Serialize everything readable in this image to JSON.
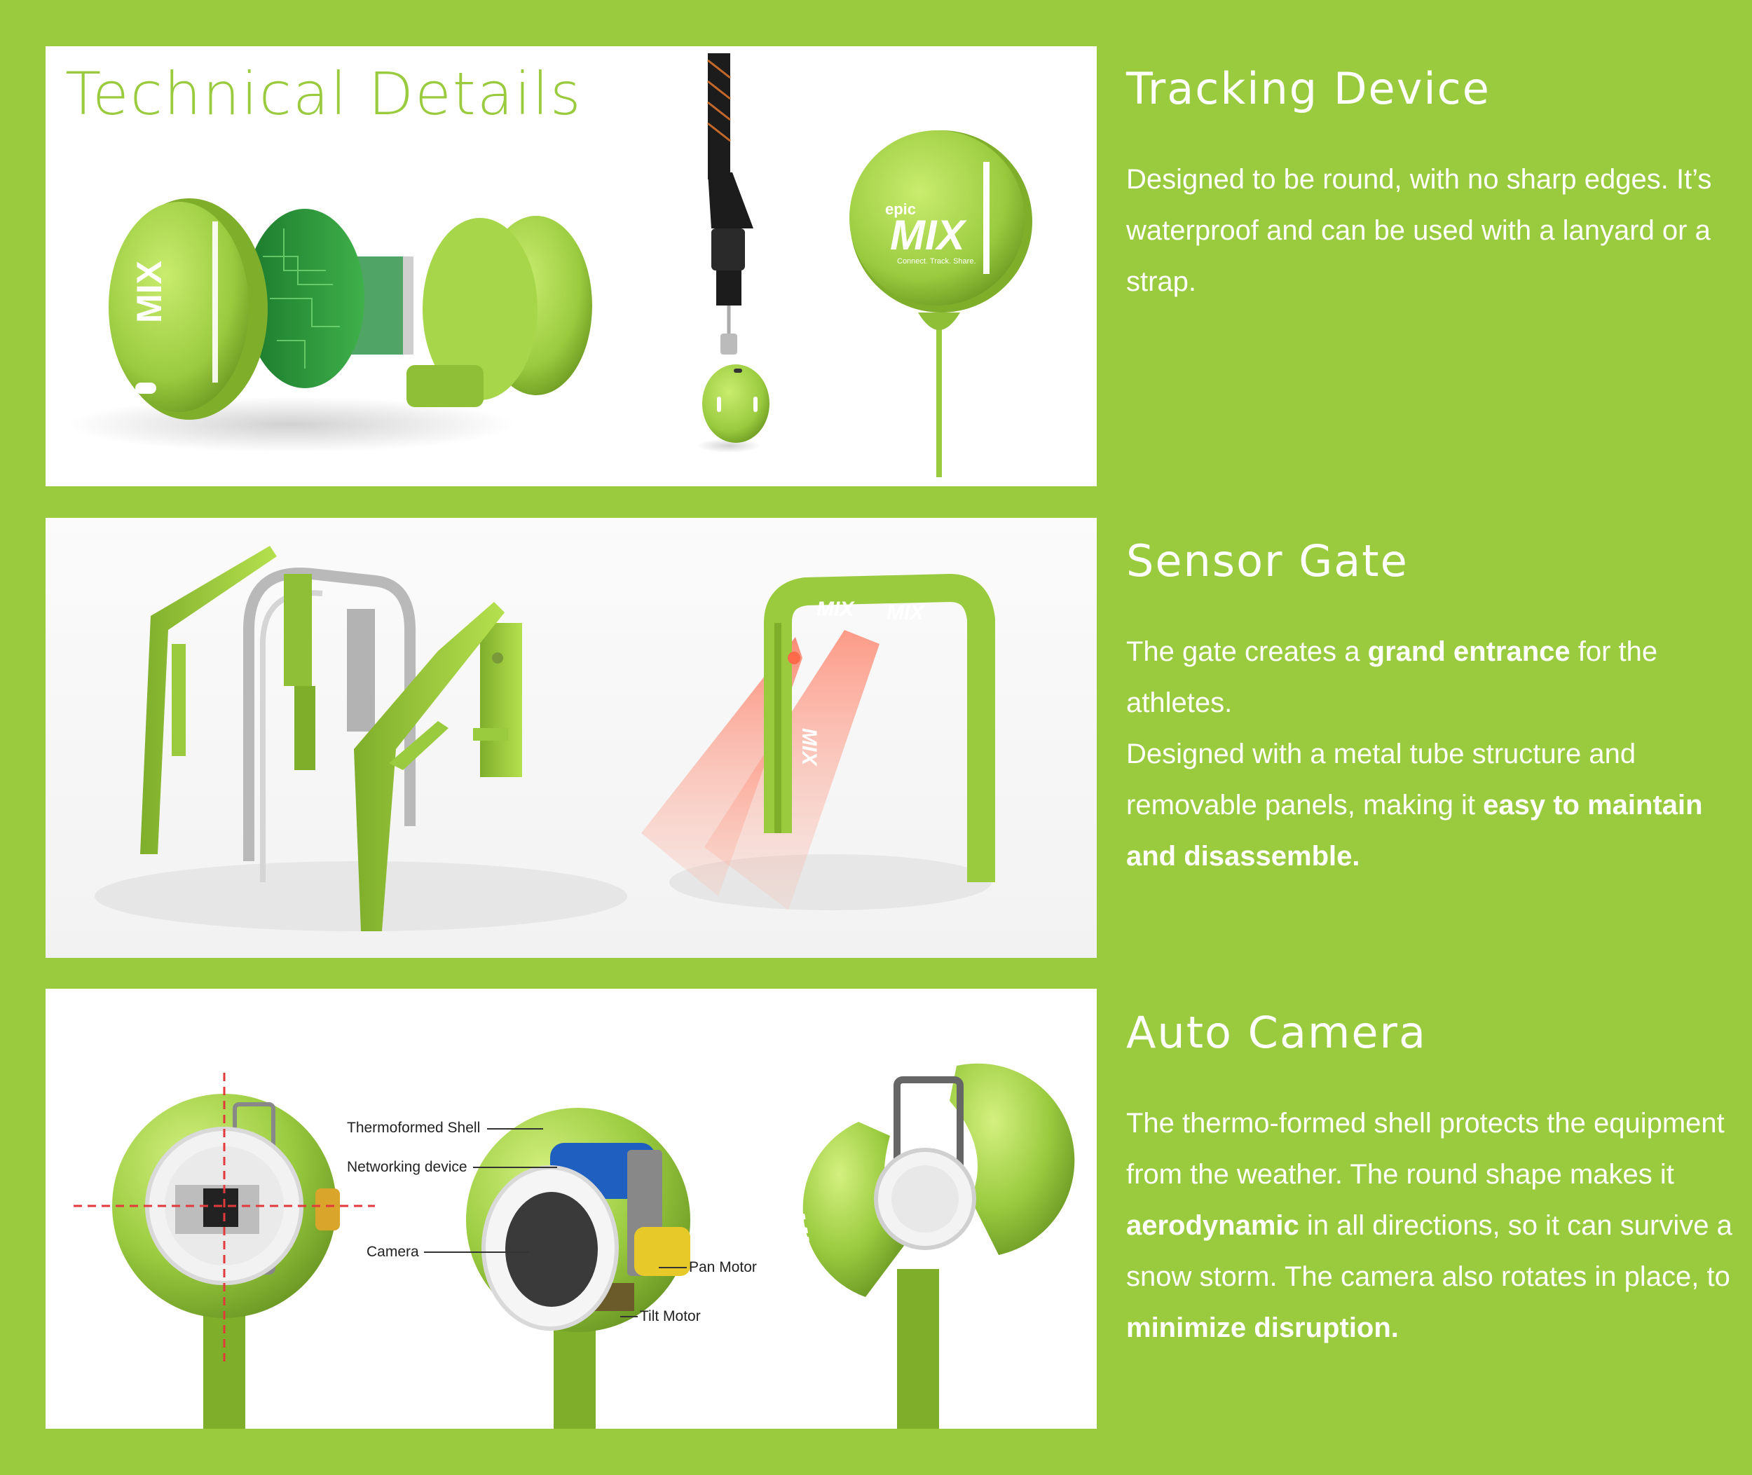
{
  "page_title": "Technical Details",
  "colors": {
    "background": "#9acb3f",
    "accent": "#9acb3f",
    "text": "#ffffff"
  },
  "sections": [
    {
      "title": "Tracking Device",
      "body": [
        {
          "text": "Designed to be round, with no sharp edges. It’s waterproof and can be used with a lanyard or a strap.",
          "bold": false
        }
      ]
    },
    {
      "title": "Sensor Gate",
      "body": [
        {
          "text": "The gate creates a ",
          "bold": false
        },
        {
          "text": "grand entrance",
          "bold": true
        },
        {
          "text": " for the athletes.",
          "bold": false
        },
        {
          "text": "\n",
          "bold": false
        },
        {
          "text": "Designed with a metal tube structure and removable panels, making it ",
          "bold": false
        },
        {
          "text": "easy to maintain and disassemble.",
          "bold": true
        }
      ]
    },
    {
      "title": "Auto Camera",
      "body": [
        {
          "text": "The thermo-formed shell protects the equipment from the weather. The round shape makes it ",
          "bold": false
        },
        {
          "text": "aerodynamic",
          "bold": true
        },
        {
          "text": " in all directions, so it can survive a snow storm. The camera also rotates in place, to ",
          "bold": false
        },
        {
          "text": "minimize disruption.",
          "bold": true
        }
      ]
    }
  ],
  "logo": {
    "brand_small": "epic",
    "brand_large": "MIX",
    "tagline": "Connect. Track. Share."
  },
  "camera_callouts": {
    "shell": "Thermoformed Shell",
    "network": "Networking device",
    "camera": "Camera",
    "pan": "Pan Motor",
    "tilt": "Tilt Motor"
  }
}
